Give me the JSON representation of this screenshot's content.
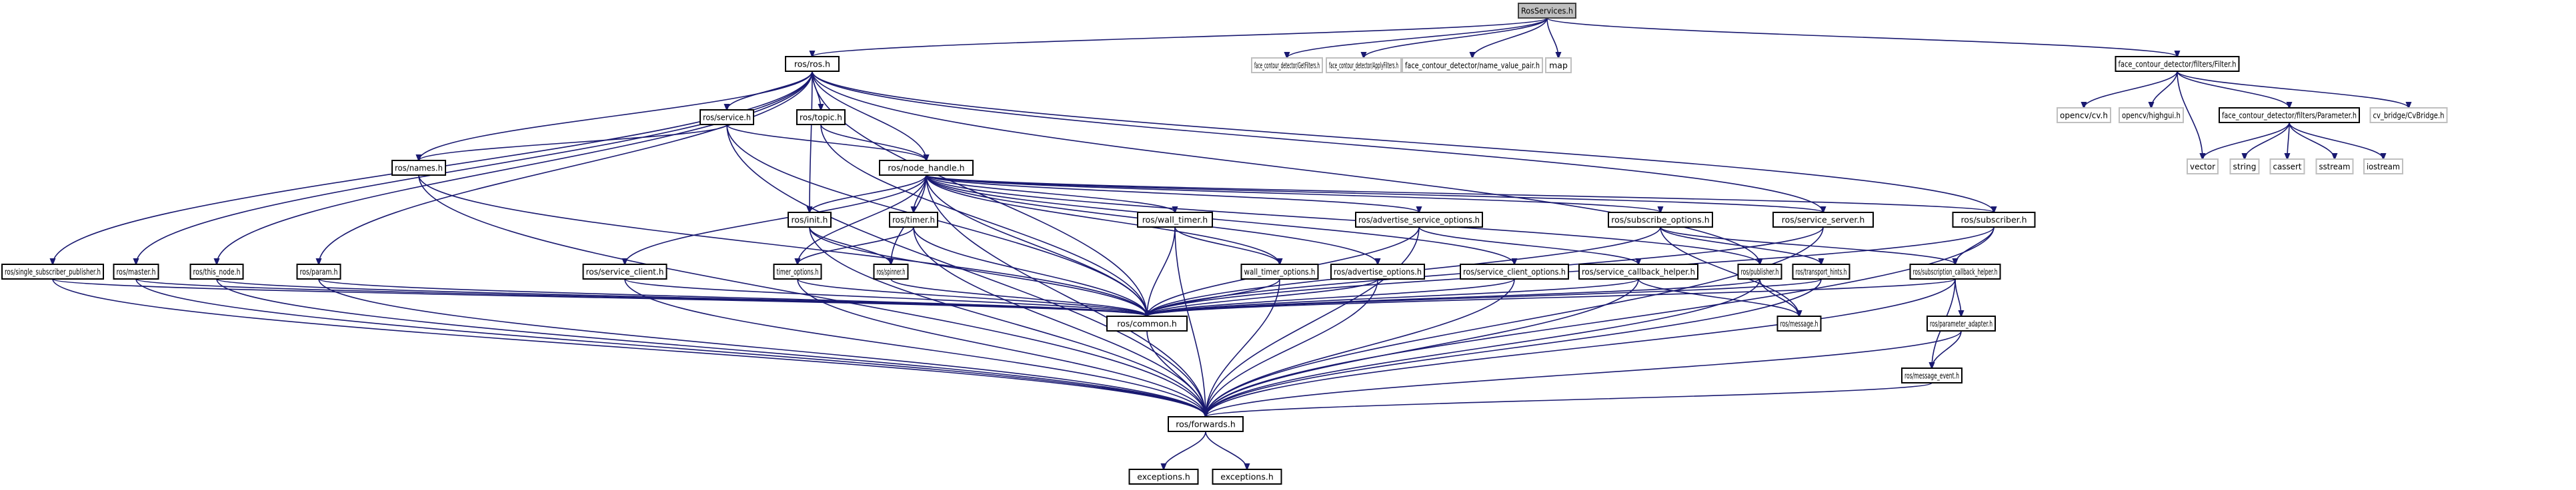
{
  "title": "RosServices.h",
  "colors": {
    "edge": "#191970",
    "root_fill": "#bfbfbf",
    "node_border": "#000000",
    "external_border": "#bfbfbf"
  },
  "nodes": [
    {
      "id": "RosServices",
      "label": "RosServices.h",
      "kind": "root"
    },
    {
      "id": "ros_ros",
      "label": "ros/ros.h",
      "kind": "internal"
    },
    {
      "id": "GetFilters",
      "label": "face_contour_detector/GetFilters.h",
      "kind": "external"
    },
    {
      "id": "ApplyFilters",
      "label": "face_contour_detector/ApplyFilters.h",
      "kind": "external"
    },
    {
      "id": "name_value_pair",
      "label": "face_contour_detector/name_value_pair.h",
      "kind": "external"
    },
    {
      "id": "map",
      "label": "map",
      "kind": "external"
    },
    {
      "id": "Filter",
      "label": "face_contour_detector/filters/Filter.h",
      "kind": "internal"
    },
    {
      "id": "opencv_cv",
      "label": "opencv/cv.h",
      "kind": "external"
    },
    {
      "id": "opencv_highgui",
      "label": "opencv/highgui.h",
      "kind": "external"
    },
    {
      "id": "Parameter",
      "label": "face_contour_detector/filters/Parameter.h",
      "kind": "internal"
    },
    {
      "id": "CvBridge",
      "label": "cv_bridge/CvBridge.h",
      "kind": "external"
    },
    {
      "id": "vector",
      "label": "vector",
      "kind": "external"
    },
    {
      "id": "string",
      "label": "string",
      "kind": "external"
    },
    {
      "id": "cassert",
      "label": "cassert",
      "kind": "external"
    },
    {
      "id": "sstream",
      "label": "sstream",
      "kind": "external"
    },
    {
      "id": "iostream",
      "label": "iostream",
      "kind": "external"
    },
    {
      "id": "ros_service",
      "label": "ros/service.h",
      "kind": "internal"
    },
    {
      "id": "ros_topic",
      "label": "ros/topic.h",
      "kind": "internal"
    },
    {
      "id": "ros_names",
      "label": "ros/names.h",
      "kind": "internal"
    },
    {
      "id": "node_handle",
      "label": "ros/node_handle.h",
      "kind": "internal"
    },
    {
      "id": "ros_init",
      "label": "ros/init.h",
      "kind": "internal"
    },
    {
      "id": "ros_timer",
      "label": "ros/timer.h",
      "kind": "internal"
    },
    {
      "id": "wall_timer",
      "label": "ros/wall_timer.h",
      "kind": "internal"
    },
    {
      "id": "adv_srv_opts",
      "label": "ros/advertise_service_options.h",
      "kind": "internal"
    },
    {
      "id": "sub_opts",
      "label": "ros/subscribe_options.h",
      "kind": "internal"
    },
    {
      "id": "service_server",
      "label": "ros/service_server.h",
      "kind": "internal"
    },
    {
      "id": "subscriber",
      "label": "ros/subscriber.h",
      "kind": "internal"
    },
    {
      "id": "single_sub_pub",
      "label": "ros/single_subscriber_publisher.h",
      "kind": "internal"
    },
    {
      "id": "master",
      "label": "ros/master.h",
      "kind": "internal"
    },
    {
      "id": "this_node",
      "label": "ros/this_node.h",
      "kind": "internal"
    },
    {
      "id": "param",
      "label": "ros/param.h",
      "kind": "internal"
    },
    {
      "id": "service_client",
      "label": "ros/service_client.h",
      "kind": "internal"
    },
    {
      "id": "timer_options",
      "label": "timer_options.h",
      "kind": "internal"
    },
    {
      "id": "spinner",
      "label": "ros/spinner.h",
      "kind": "internal"
    },
    {
      "id": "wall_timer_options",
      "label": "wall_timer_options.h",
      "kind": "internal"
    },
    {
      "id": "adv_opts",
      "label": "ros/advertise_options.h",
      "kind": "internal"
    },
    {
      "id": "srv_client_opts",
      "label": "ros/service_client_options.h",
      "kind": "internal"
    },
    {
      "id": "srv_cb_helper",
      "label": "ros/service_callback_helper.h",
      "kind": "internal"
    },
    {
      "id": "publisher",
      "label": "ros/publisher.h",
      "kind": "internal"
    },
    {
      "id": "transport_hints",
      "label": "ros/transport_hints.h",
      "kind": "internal"
    },
    {
      "id": "sub_cb_helper",
      "label": "ros/subscription_callback_helper.h",
      "kind": "internal"
    },
    {
      "id": "common",
      "label": "ros/common.h",
      "kind": "internal"
    },
    {
      "id": "message",
      "label": "ros/message.h",
      "kind": "internal"
    },
    {
      "id": "param_adapter",
      "label": "ros/parameter_adapter.h",
      "kind": "internal"
    },
    {
      "id": "message_event",
      "label": "ros/message_event.h",
      "kind": "internal"
    },
    {
      "id": "forwards",
      "label": "ros/forwards.h",
      "kind": "internal"
    },
    {
      "id": "exceptions1",
      "label": "exceptions.h",
      "kind": "internal"
    },
    {
      "id": "exceptions2",
      "label": "exceptions.h",
      "kind": "internal"
    }
  ],
  "edges": [
    [
      "RosServices",
      "ros_ros"
    ],
    [
      "RosServices",
      "GetFilters"
    ],
    [
      "RosServices",
      "ApplyFilters"
    ],
    [
      "RosServices",
      "name_value_pair"
    ],
    [
      "RosServices",
      "map"
    ],
    [
      "RosServices",
      "Filter"
    ],
    [
      "Filter",
      "opencv_cv"
    ],
    [
      "Filter",
      "opencv_highgui"
    ],
    [
      "Filter",
      "vector"
    ],
    [
      "Filter",
      "Parameter"
    ],
    [
      "Filter",
      "CvBridge"
    ],
    [
      "Parameter",
      "vector"
    ],
    [
      "Parameter",
      "string"
    ],
    [
      "Parameter",
      "cassert"
    ],
    [
      "Parameter",
      "sstream"
    ],
    [
      "Parameter",
      "iostream"
    ],
    [
      "ros_ros",
      "ros_service"
    ],
    [
      "ros_ros",
      "ros_topic"
    ],
    [
      "ros_ros",
      "ros_names"
    ],
    [
      "ros_ros",
      "node_handle"
    ],
    [
      "ros_ros",
      "ros_init"
    ],
    [
      "ros_ros",
      "single_sub_pub"
    ],
    [
      "ros_ros",
      "master"
    ],
    [
      "ros_ros",
      "this_node"
    ],
    [
      "ros_ros",
      "param"
    ],
    [
      "ros_ros",
      "common"
    ],
    [
      "ros_ros",
      "service_server"
    ],
    [
      "ros_ros",
      "subscriber"
    ],
    [
      "ros_ros",
      "publisher"
    ],
    [
      "ros_service",
      "ros_names"
    ],
    [
      "ros_service",
      "node_handle"
    ],
    [
      "ros_service",
      "common"
    ],
    [
      "ros_service",
      "forwards"
    ],
    [
      "ros_topic",
      "node_handle"
    ],
    [
      "ros_topic",
      "common"
    ],
    [
      "ros_names",
      "common"
    ],
    [
      "ros_names",
      "forwards"
    ],
    [
      "node_handle",
      "ros_init"
    ],
    [
      "node_handle",
      "ros_timer"
    ],
    [
      "node_handle",
      "wall_timer"
    ],
    [
      "node_handle",
      "adv_srv_opts"
    ],
    [
      "node_handle",
      "sub_opts"
    ],
    [
      "node_handle",
      "service_server"
    ],
    [
      "node_handle",
      "subscriber"
    ],
    [
      "node_handle",
      "service_client"
    ],
    [
      "node_handle",
      "timer_options"
    ],
    [
      "node_handle",
      "spinner"
    ],
    [
      "node_handle",
      "wall_timer_options"
    ],
    [
      "node_handle",
      "adv_opts"
    ],
    [
      "node_handle",
      "srv_client_opts"
    ],
    [
      "node_handle",
      "publisher"
    ],
    [
      "node_handle",
      "common"
    ],
    [
      "node_handle",
      "forwards"
    ],
    [
      "ros_init",
      "spinner"
    ],
    [
      "ros_init",
      "common"
    ],
    [
      "ros_init",
      "forwards"
    ],
    [
      "ros_timer",
      "timer_options"
    ],
    [
      "ros_timer",
      "common"
    ],
    [
      "ros_timer",
      "forwards"
    ],
    [
      "wall_timer",
      "wall_timer_options"
    ],
    [
      "wall_timer",
      "common"
    ],
    [
      "wall_timer",
      "forwards"
    ],
    [
      "adv_srv_opts",
      "srv_cb_helper"
    ],
    [
      "adv_srv_opts",
      "common"
    ],
    [
      "adv_srv_opts",
      "forwards"
    ],
    [
      "sub_opts",
      "transport_hints"
    ],
    [
      "sub_opts",
      "sub_cb_helper"
    ],
    [
      "sub_opts",
      "common"
    ],
    [
      "sub_opts",
      "message"
    ],
    [
      "service_server",
      "common"
    ],
    [
      "service_server",
      "forwards"
    ],
    [
      "subscriber",
      "sub_cb_helper"
    ],
    [
      "subscriber",
      "common"
    ],
    [
      "subscriber",
      "forwards"
    ],
    [
      "single_sub_pub",
      "common"
    ],
    [
      "single_sub_pub",
      "forwards"
    ],
    [
      "master",
      "common"
    ],
    [
      "master",
      "forwards"
    ],
    [
      "this_node",
      "common"
    ],
    [
      "this_node",
      "forwards"
    ],
    [
      "param",
      "common"
    ],
    [
      "param",
      "forwards"
    ],
    [
      "service_client",
      "common"
    ],
    [
      "service_client",
      "forwards"
    ],
    [
      "timer_options",
      "common"
    ],
    [
      "timer_options",
      "forwards"
    ],
    [
      "spinner",
      "common"
    ],
    [
      "wall_timer_options",
      "common"
    ],
    [
      "wall_timer_options",
      "forwards"
    ],
    [
      "adv_opts",
      "common"
    ],
    [
      "adv_opts",
      "forwards"
    ],
    [
      "srv_client_opts",
      "common"
    ],
    [
      "srv_client_opts",
      "forwards"
    ],
    [
      "srv_cb_helper",
      "common"
    ],
    [
      "srv_cb_helper",
      "message"
    ],
    [
      "srv_cb_helper",
      "forwards"
    ],
    [
      "publisher",
      "message"
    ],
    [
      "publisher",
      "common"
    ],
    [
      "publisher",
      "forwards"
    ],
    [
      "transport_hints",
      "common"
    ],
    [
      "transport_hints",
      "forwards"
    ],
    [
      "sub_cb_helper",
      "param_adapter"
    ],
    [
      "sub_cb_helper",
      "message_event"
    ],
    [
      "sub_cb_helper",
      "common"
    ],
    [
      "sub_cb_helper",
      "forwards"
    ],
    [
      "param_adapter",
      "message_event"
    ],
    [
      "param_adapter",
      "forwards"
    ],
    [
      "message_event",
      "forwards"
    ],
    [
      "common",
      "forwards"
    ],
    [
      "forwards",
      "exceptions1"
    ],
    [
      "forwards",
      "exceptions2"
    ]
  ]
}
